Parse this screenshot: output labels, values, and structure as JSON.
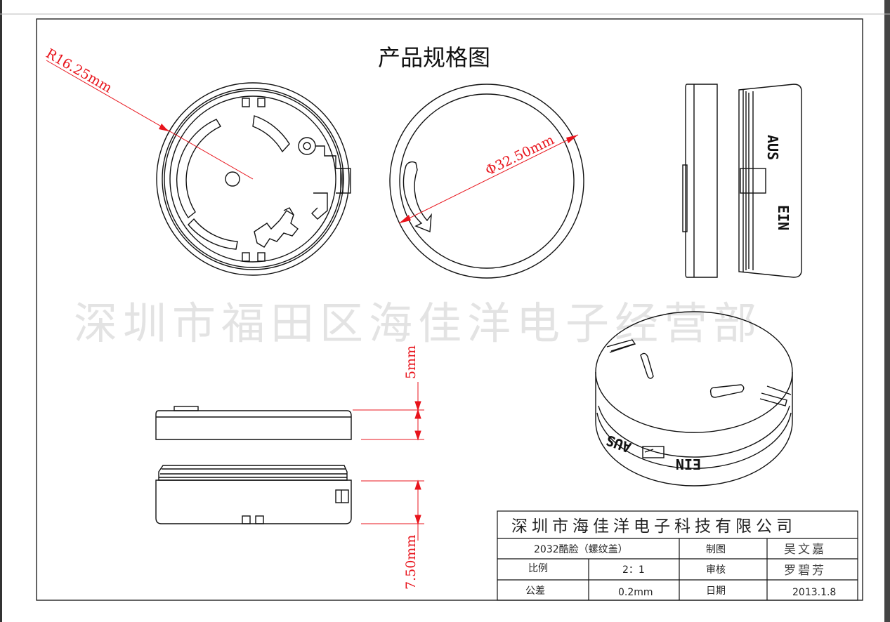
{
  "drawing": {
    "title": "产品规格图",
    "watermark": "深圳市福田区海佳洋电子经营部",
    "dimensions": {
      "radius": "R16.25mm",
      "diameter": "Φ32.50mm",
      "lid_height": "5mm",
      "base_height": "7.50mm"
    },
    "embossed": {
      "off": "AUS",
      "on": "EIN"
    }
  },
  "title_block": {
    "company": "深圳市海佳洋电子科技有限公司",
    "part_name": "2032酷脸（螺纹盖）",
    "drawn_label": "制图",
    "drawn_by": "吴文嘉",
    "scale_label": "比例",
    "scale": "2：1",
    "check_label": "审核",
    "checked_by": "罗碧芳",
    "tolerance_label": "公差",
    "tolerance": "0.2mm",
    "date_label": "日期",
    "date": "2013.1.8"
  },
  "colors": {
    "dimension": "#e8141c",
    "line": "#111111",
    "watermark": "#e3e3e3"
  }
}
